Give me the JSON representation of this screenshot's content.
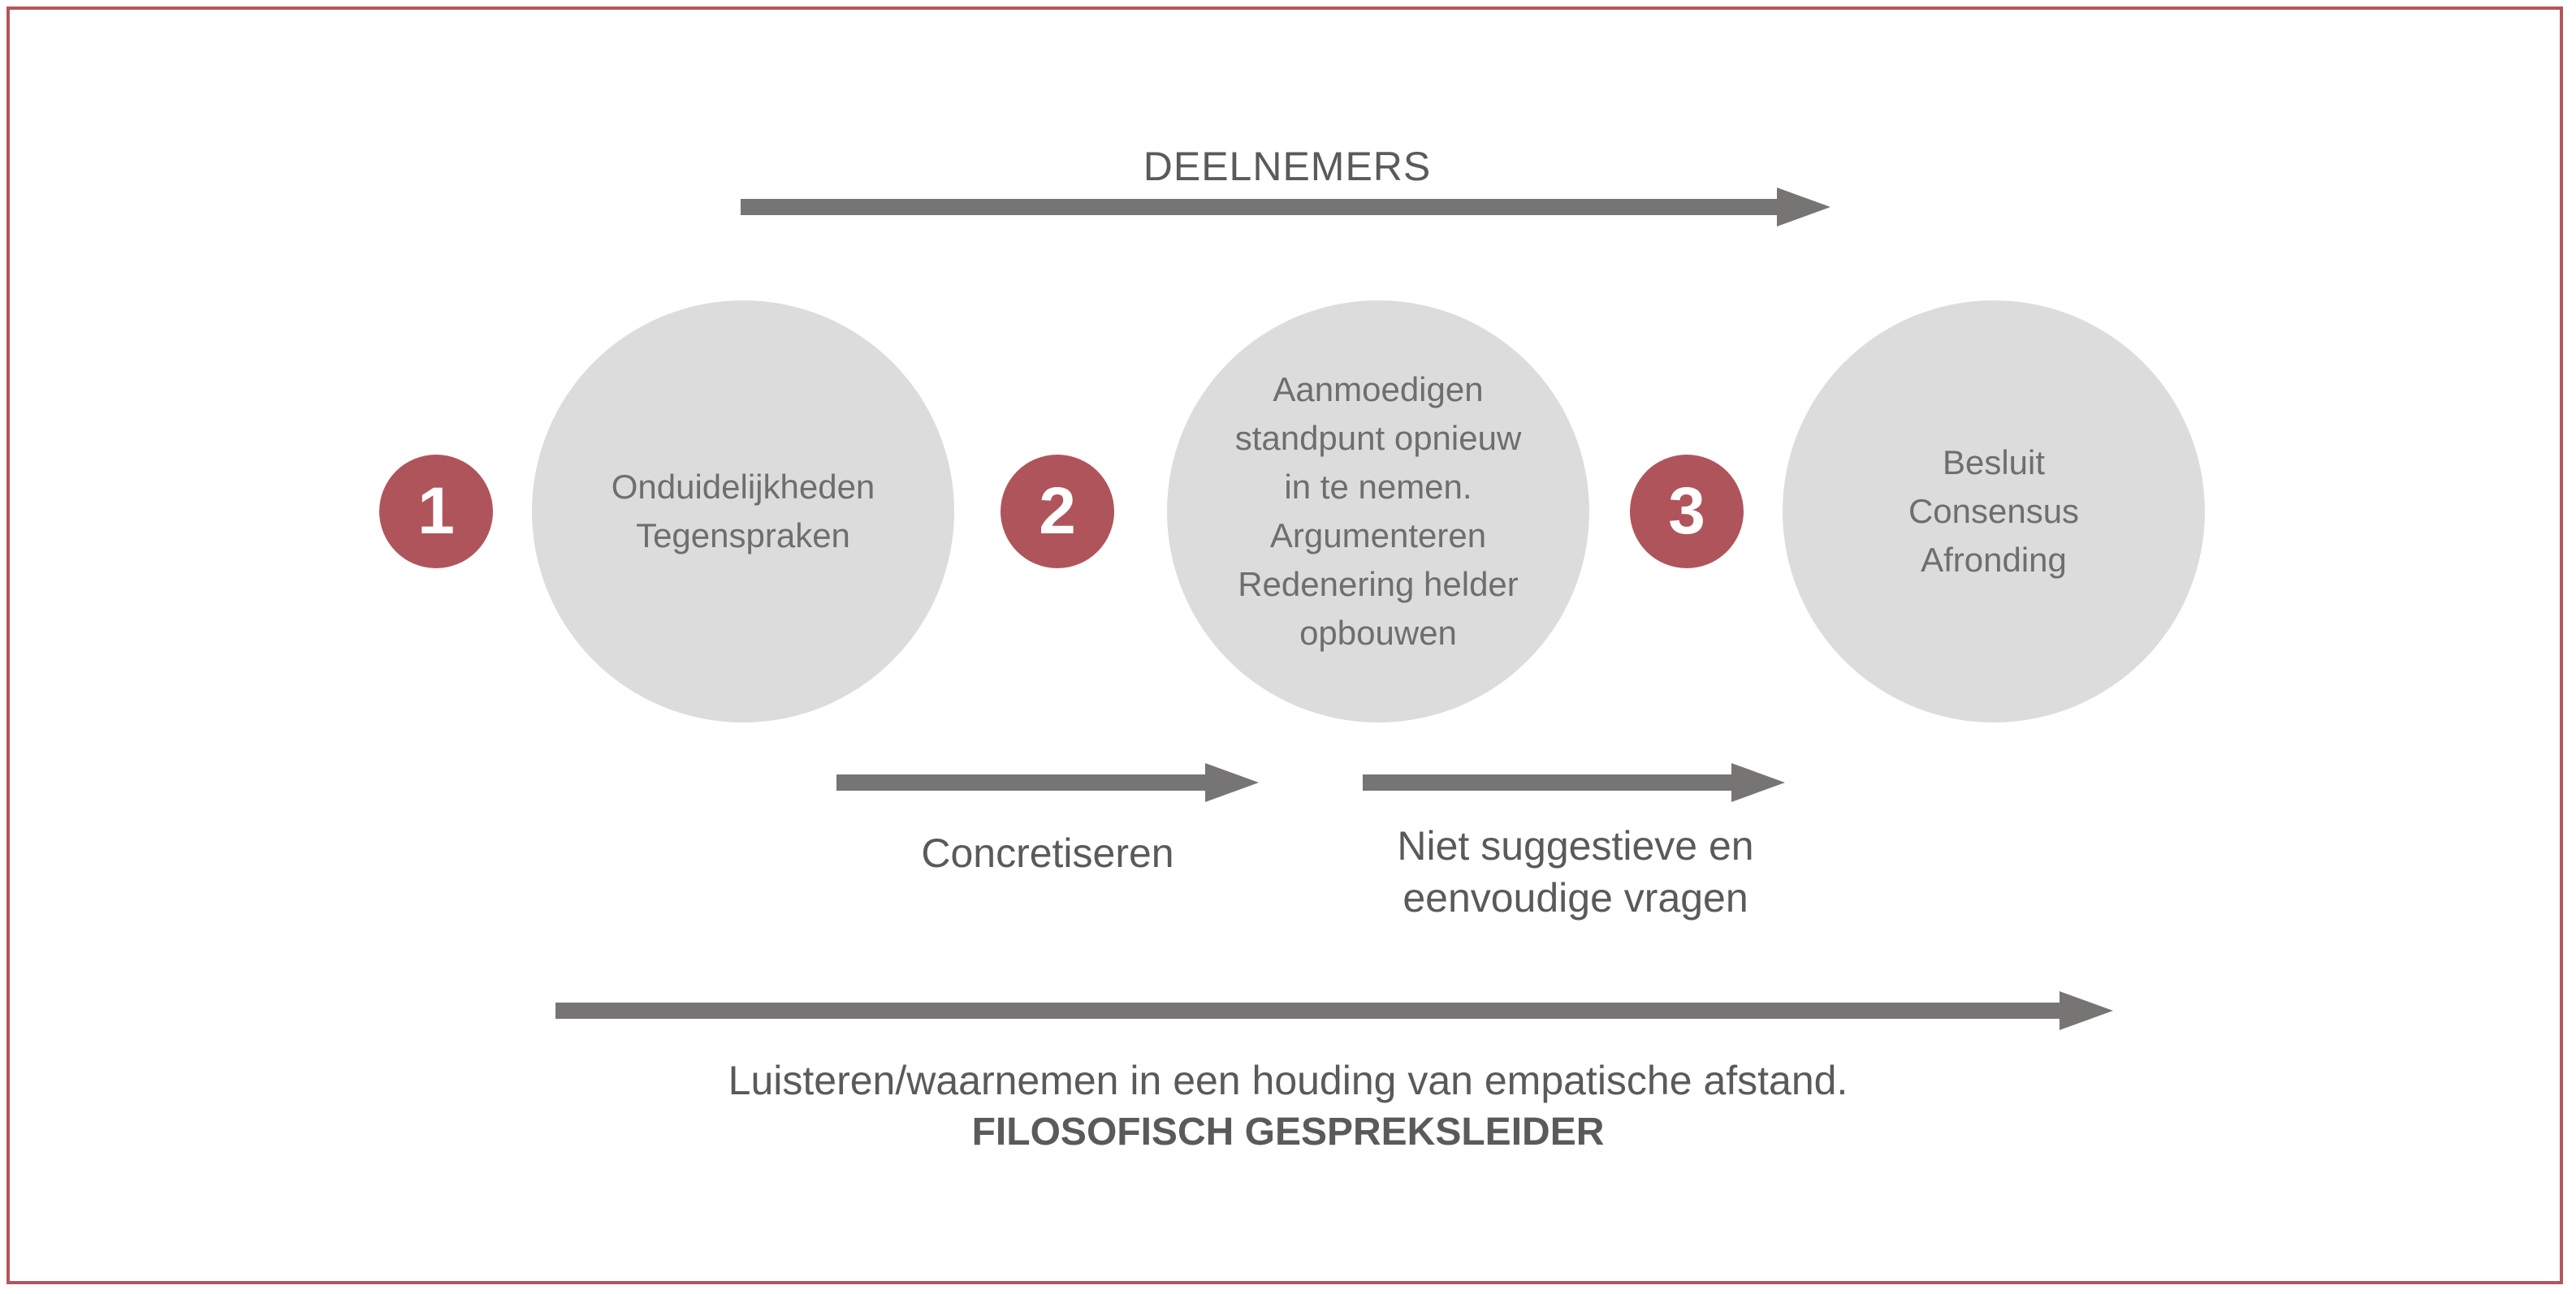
{
  "top_label": "DEELNEMERS",
  "steps": [
    {
      "number": "1",
      "text": "Onduidelijkheden\nTegenspraken"
    },
    {
      "number": "2",
      "text": "Aanmoedigen\nstandpunt opnieuw\nin te nemen.\nArgumenteren\nRedenering helder\nopbouwen"
    },
    {
      "number": "3",
      "text": "Besluit\nConsensus\nAfronding"
    }
  ],
  "transitions": [
    {
      "label": "Concretiseren"
    },
    {
      "label": "Niet suggestieve en\neenvoudige vragen"
    }
  ],
  "bottom": {
    "line1": "Luisteren/waarnemen in een houding van empatische afstand.",
    "line2": "FILOSOFISCH GESPREKSLEIDER"
  },
  "colors": {
    "frame": "#b4555d",
    "accent": "#b0545b",
    "circle": "#dcdcdc",
    "arrow": "#777474",
    "text": "#5a5a5a"
  }
}
